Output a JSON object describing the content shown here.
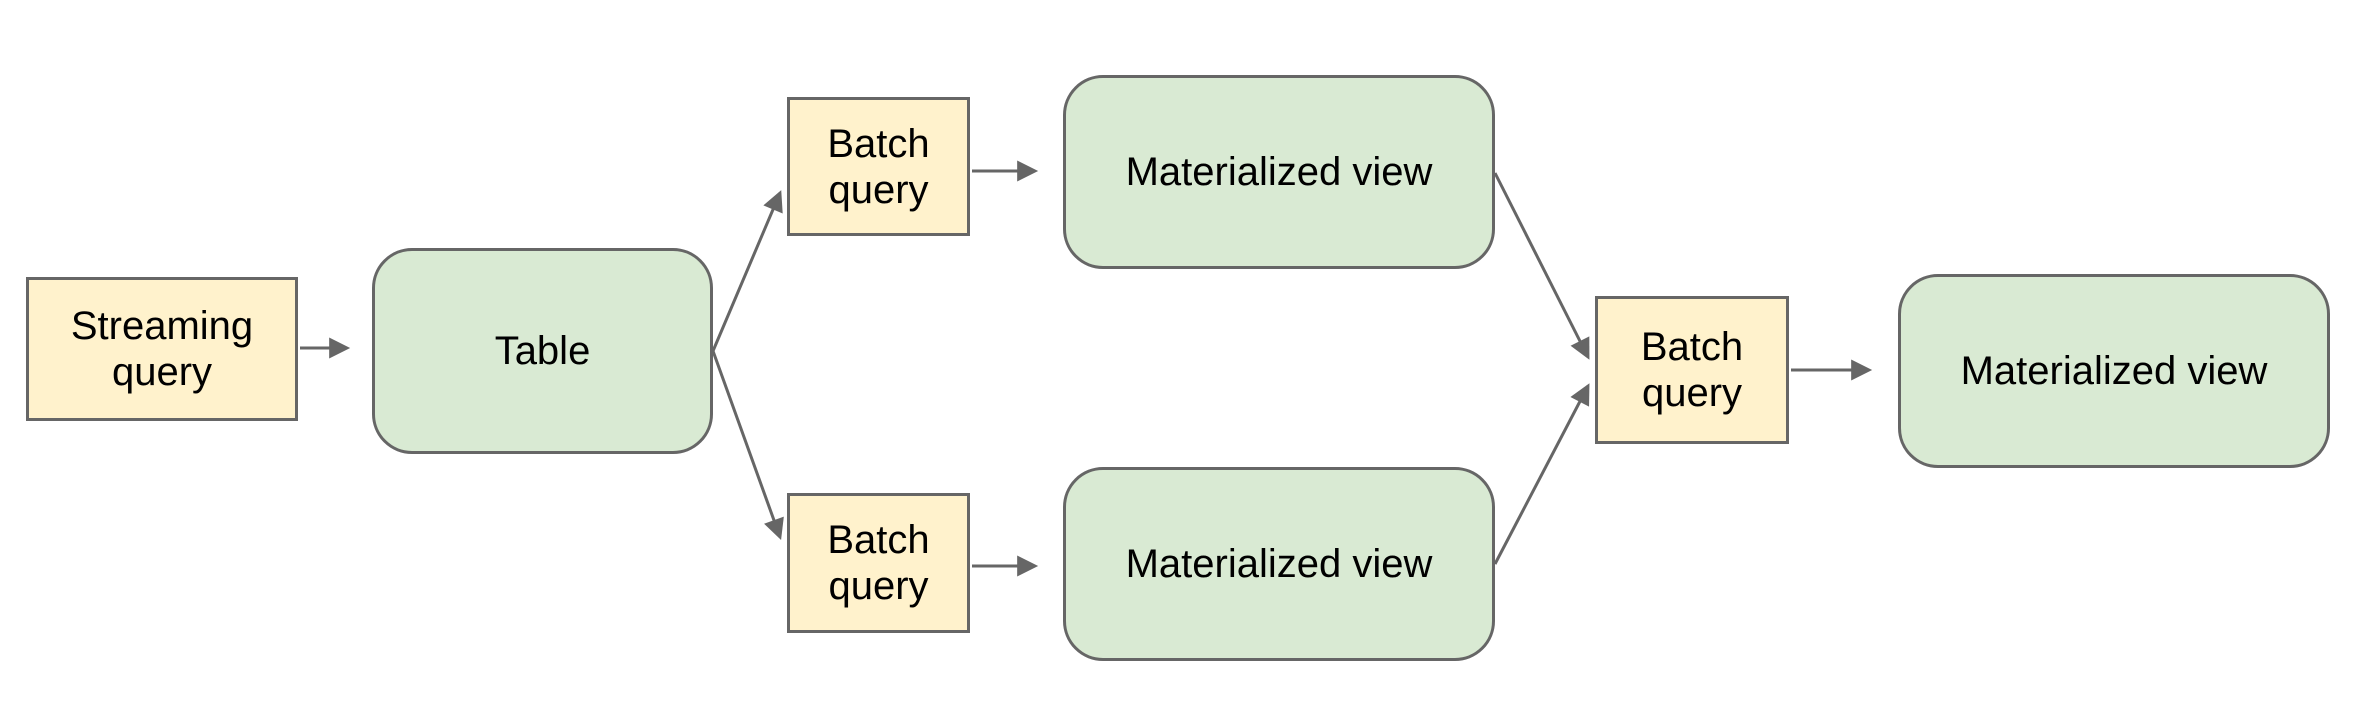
{
  "diagram": {
    "background": "#ffffff",
    "colors": {
      "node_yellow": "#fff2cc",
      "node_green": "#d9ead3",
      "border": "#666666",
      "connector": "#666666",
      "text": "#000000"
    },
    "nodes": [
      {
        "id": "streaming-query",
        "label": "Streaming\nquery",
        "shape": "rectangle",
        "fill": "#fff2cc"
      },
      {
        "id": "table",
        "label": "Table",
        "shape": "rounded-rectangle",
        "fill": "#d9ead3"
      },
      {
        "id": "batch-query-top",
        "label": "Batch\nquery",
        "shape": "rectangle",
        "fill": "#fff2cc"
      },
      {
        "id": "materialized-view-top",
        "label": "Materialized view",
        "shape": "rounded-rectangle",
        "fill": "#d9ead3"
      },
      {
        "id": "batch-query-bottom",
        "label": "Batch\nquery",
        "shape": "rectangle",
        "fill": "#fff2cc"
      },
      {
        "id": "materialized-view-bottom",
        "label": "Materialized view",
        "shape": "rounded-rectangle",
        "fill": "#d9ead3"
      },
      {
        "id": "batch-query-right",
        "label": "Batch\nquery",
        "shape": "rectangle",
        "fill": "#fff2cc"
      },
      {
        "id": "materialized-view-final",
        "label": "Materialized view",
        "shape": "rounded-rectangle",
        "fill": "#d9ead3"
      }
    ],
    "edges": [
      {
        "from": "streaming-query",
        "to": "table"
      },
      {
        "from": "table",
        "to": "batch-query-top"
      },
      {
        "from": "table",
        "to": "batch-query-bottom"
      },
      {
        "from": "batch-query-top",
        "to": "materialized-view-top"
      },
      {
        "from": "batch-query-bottom",
        "to": "materialized-view-bottom"
      },
      {
        "from": "materialized-view-top",
        "to": "batch-query-right"
      },
      {
        "from": "materialized-view-bottom",
        "to": "batch-query-right"
      },
      {
        "from": "batch-query-right",
        "to": "materialized-view-final"
      }
    ]
  }
}
